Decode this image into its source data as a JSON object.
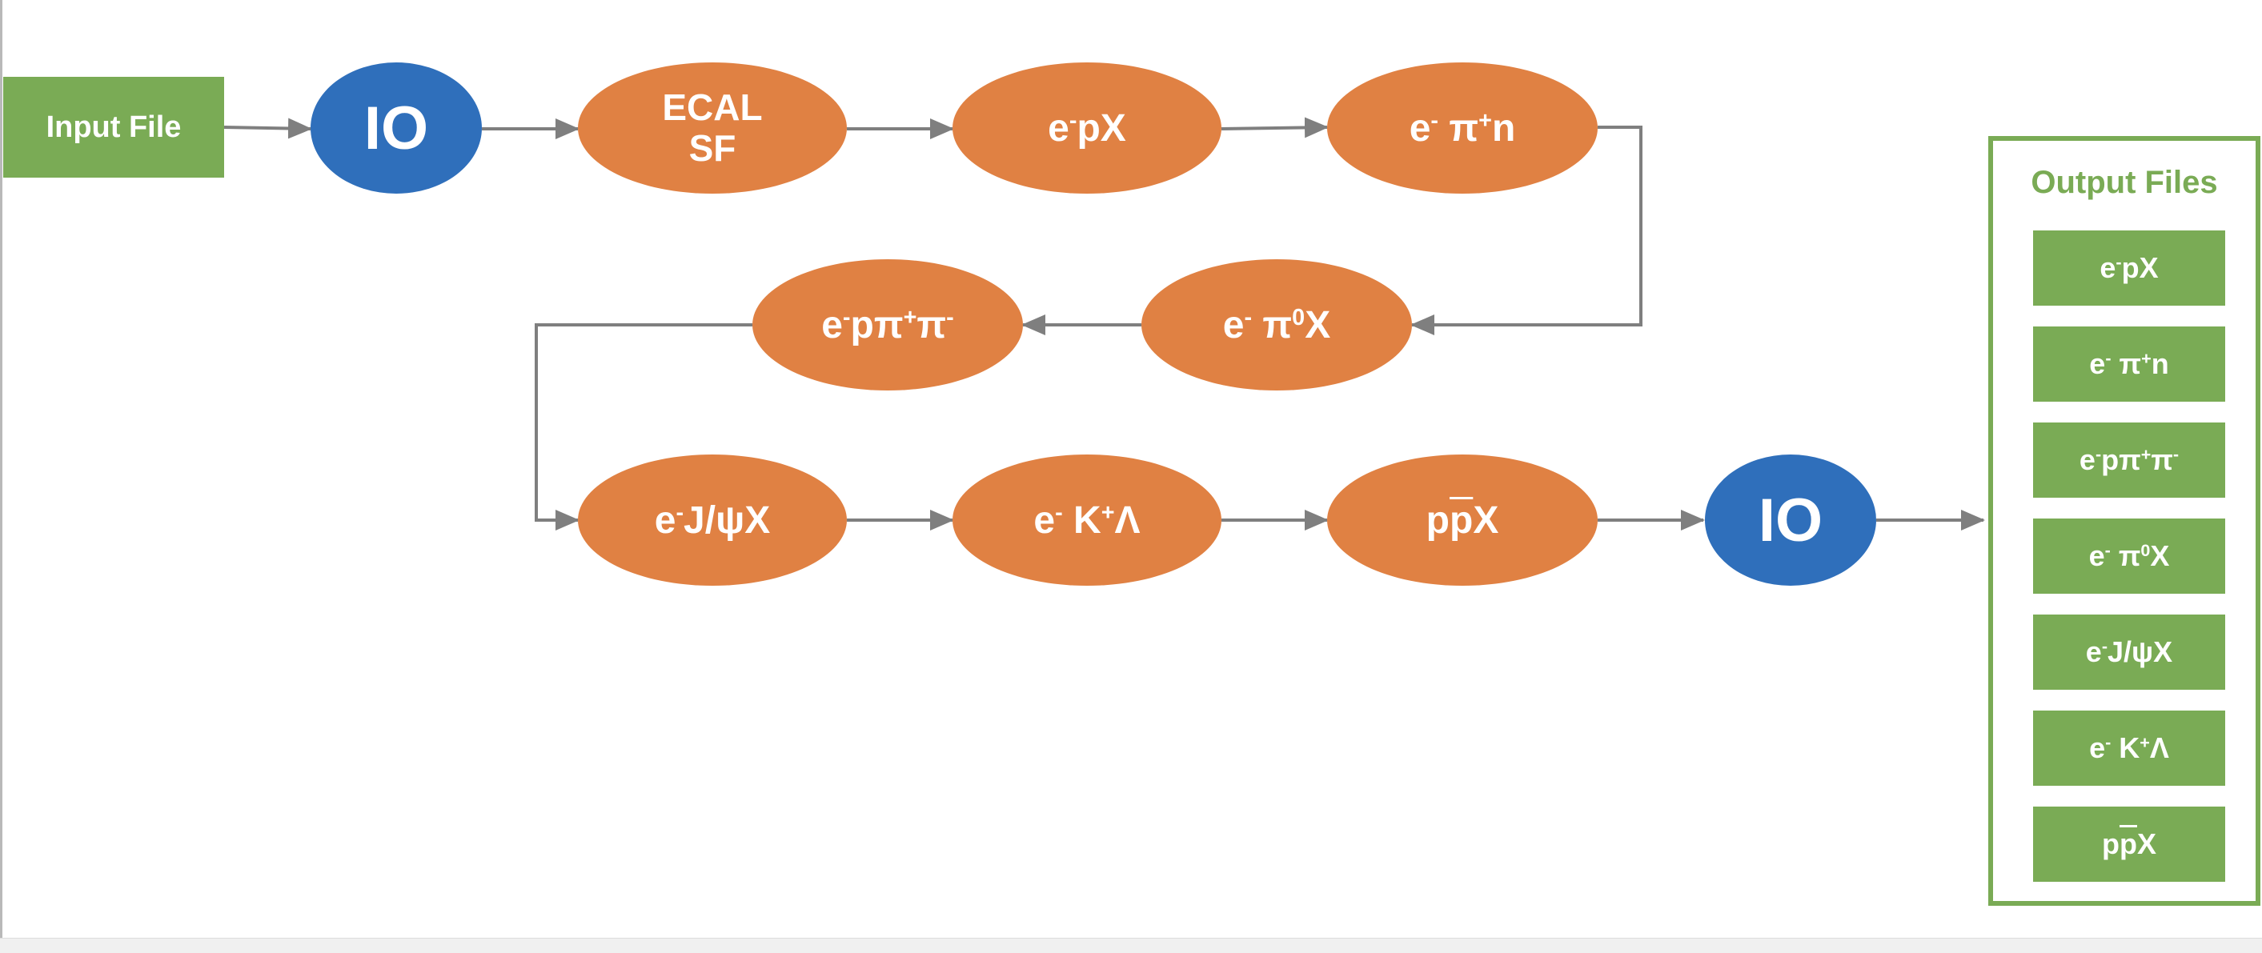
{
  "diagram": {
    "input_file": "Input File",
    "io_start": "IO",
    "io_end": "IO",
    "ecal_sf": {
      "line1": "ECAL",
      "line2": "SF"
    },
    "processors": {
      "epX": {
        "base": "e",
        "sup1": "-",
        "rest": "pX"
      },
      "epipn": {
        "base": "e",
        "sup1": "-",
        "mid": " π",
        "sup2": "+",
        "rest": "n"
      },
      "epi0X": {
        "base": "e",
        "sup1": "-",
        "mid": " π",
        "sup2": "0",
        "rest": "X"
      },
      "eppipi": {
        "base": "e",
        "sup1": "-",
        "mid": "pπ",
        "sup2": "+",
        "mid2": "π",
        "sup3": "-"
      },
      "eJpsiX": {
        "base": "e",
        "sup1": "-",
        "rest": "J/ψX"
      },
      "eKLambda": {
        "base": "e",
        "sup1": "-",
        "mid": " K",
        "sup2": "+",
        "rest": "Λ"
      },
      "ppbarX": {
        "p": "p",
        "pbar": "p",
        "rest": "X"
      }
    },
    "output": {
      "title": "Output Files",
      "files": [
        {
          "base": "e",
          "sup1": "-",
          "rest": "pX"
        },
        {
          "base": "e",
          "sup1": "-",
          "mid": " π",
          "sup2": "+",
          "rest": "n"
        },
        {
          "base": "e",
          "sup1": "-",
          "mid": "pπ",
          "sup2": "+",
          "mid2": "π",
          "sup3": "-"
        },
        {
          "base": "e",
          "sup1": "-",
          "mid": " π",
          "sup2": "0",
          "rest": "X"
        },
        {
          "base": "e",
          "sup1": "-",
          "rest": "J/ψX"
        },
        {
          "base": "e",
          "sup1": "-",
          "mid": " K",
          "sup2": "+",
          "rest": "Λ"
        },
        {
          "p": "p",
          "pbar": "p",
          "rest": "X"
        }
      ]
    },
    "colors": {
      "rect_green": "#7aab55",
      "ellipse_orange": "#e08143",
      "ellipse_blue": "#2f6fbb",
      "edge_gray": "#7f7f7f"
    }
  }
}
